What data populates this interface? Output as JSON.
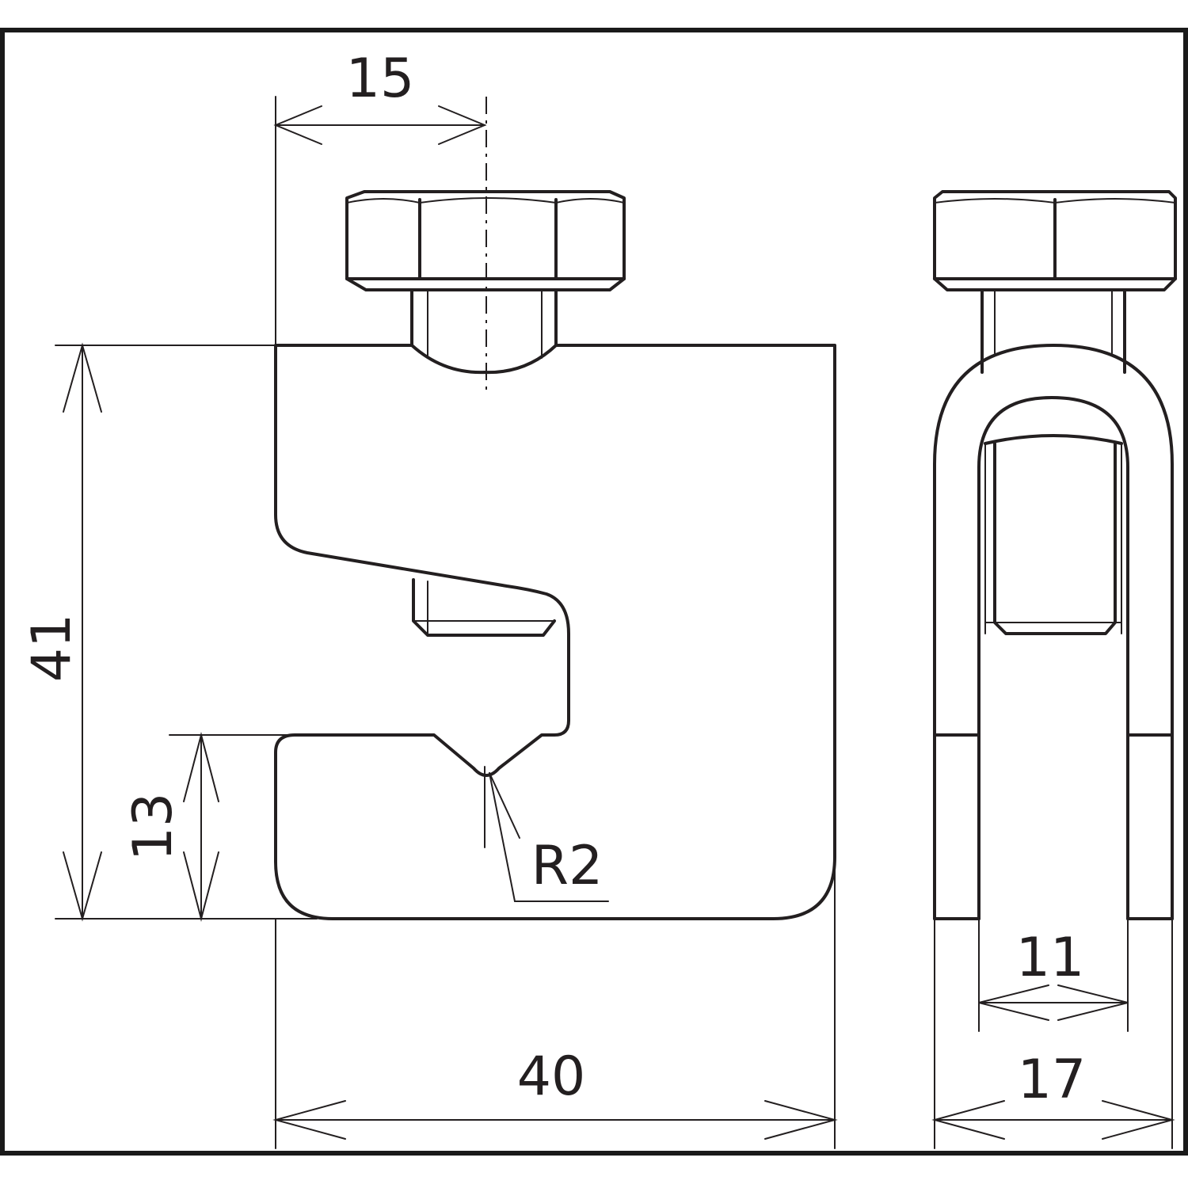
{
  "dimensions": {
    "bolt_offset": "15",
    "height": "41",
    "slot_height": "13",
    "notch_radius": "R2",
    "width": "40",
    "slot_width": "11",
    "depth": "17"
  },
  "colors": {
    "line": "#231f20",
    "frame": "#1a1a1a",
    "background": "#ffffff"
  }
}
